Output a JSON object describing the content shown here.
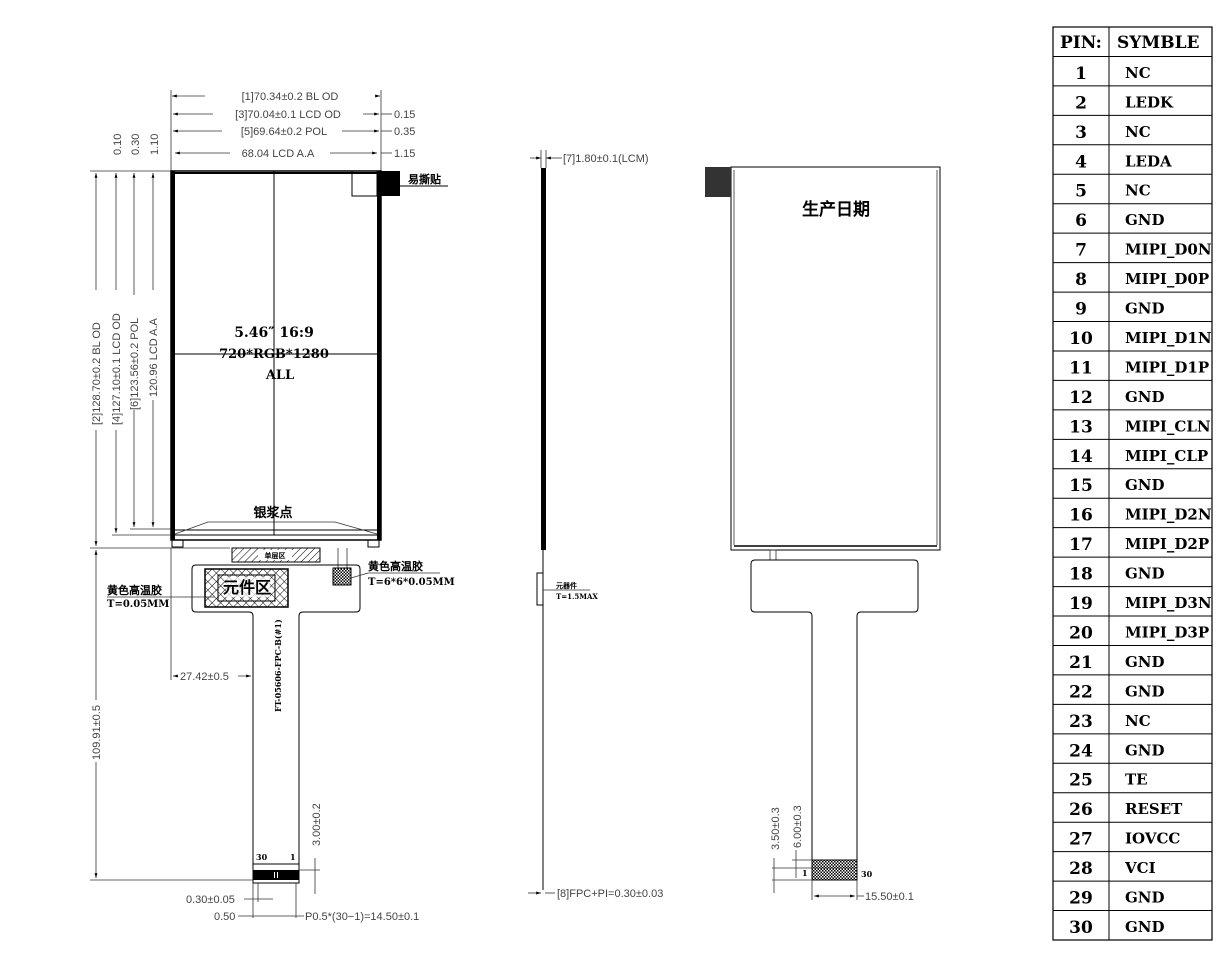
{
  "front_view": {
    "dim_top_1": "[1]70.34±0.2  BL  OD",
    "dim_top_3": "[3]70.04±0.1  LCD  OD",
    "dim_top_5": "[5]69.64±0.2  POL",
    "dim_top_aa": "68.04  LCD  A.A",
    "offset_015": "0.15",
    "offset_035": "0.35",
    "offset_115": "1.15",
    "offset_010": "0.10",
    "offset_030": "0.30",
    "offset_110": "1.10",
    "dim_left_2": "[2]128.70±0.2  BL  OD",
    "dim_left_4": "[4]127.10±0.1  LCD  OD",
    "dim_left_6": "[6]123.56±0.2  POL",
    "dim_left_aa": "120.96  LCD  A.A",
    "easy_peel": "易撕贴",
    "spec_size": "5.46″  16:9",
    "spec_res": "720*RGB*1280",
    "spec_view": "ALL",
    "silver_paste": "银浆点",
    "single_layer": "单层区",
    "component_area": "元件区",
    "tape_left_label": "黄色高温胶",
    "tape_left_thk": "T=0.05MM",
    "tape_right_label": "黄色高温胶",
    "tape_right_thk": "T=6*6*0.05MM",
    "dim_fpc_offset": "27.42±0.5",
    "fpc_part_no": "FT-05606-FPC-B(#1)",
    "dim_fpc_len": "109.91±0.5",
    "dim_contact_len": "3.00±0.2",
    "pin_30": "30",
    "pin_1": "1",
    "dim_pin_width": "0.30±0.05",
    "dim_pin_edge": "0.50",
    "dim_pitch": "P0.5*(30−1)=14.50±0.1"
  },
  "side_view": {
    "dim_thickness": "[7]1.80±0.1(LCM)",
    "component_label": "元器件",
    "component_thk": "T=1.5MAX",
    "dim_fpc": "[8]FPC+PI=0.30±0.03"
  },
  "back_view": {
    "date_label": "生产日期",
    "dim_stiffener_a": "3.50±0.3",
    "dim_stiffener_b": "6.00±0.3",
    "pin_1": "1",
    "pin_30": "30",
    "dim_width": "15.50±0.1"
  },
  "pin_table": {
    "header_pin": "PIN:",
    "header_symbol": "SYMBLE",
    "rows": [
      {
        "pin": "1",
        "symbol": "NC"
      },
      {
        "pin": "2",
        "symbol": "LEDK"
      },
      {
        "pin": "3",
        "symbol": "NC"
      },
      {
        "pin": "4",
        "symbol": "LEDA"
      },
      {
        "pin": "5",
        "symbol": "NC"
      },
      {
        "pin": "6",
        "symbol": "GND"
      },
      {
        "pin": "7",
        "symbol": "MIPI_D0N"
      },
      {
        "pin": "8",
        "symbol": "MIPI_D0P"
      },
      {
        "pin": "9",
        "symbol": "GND"
      },
      {
        "pin": "10",
        "symbol": "MIPI_D1N"
      },
      {
        "pin": "11",
        "symbol": "MIPI_D1P"
      },
      {
        "pin": "12",
        "symbol": "GND"
      },
      {
        "pin": "13",
        "symbol": "MIPI_CLN"
      },
      {
        "pin": "14",
        "symbol": "MIPI_CLP"
      },
      {
        "pin": "15",
        "symbol": "GND"
      },
      {
        "pin": "16",
        "symbol": "MIPI_D2N"
      },
      {
        "pin": "17",
        "symbol": "MIPI_D2P"
      },
      {
        "pin": "18",
        "symbol": "GND"
      },
      {
        "pin": "19",
        "symbol": "MIPI_D3N"
      },
      {
        "pin": "20",
        "symbol": "MIPI_D3P"
      },
      {
        "pin": "21",
        "symbol": "GND"
      },
      {
        "pin": "22",
        "symbol": "GND"
      },
      {
        "pin": "23",
        "symbol": "NC"
      },
      {
        "pin": "24",
        "symbol": "GND"
      },
      {
        "pin": "25",
        "symbol": "TE"
      },
      {
        "pin": "26",
        "symbol": "RESET"
      },
      {
        "pin": "27",
        "symbol": "IOVCC"
      },
      {
        "pin": "28",
        "symbol": "VCI"
      },
      {
        "pin": "29",
        "symbol": "GND"
      },
      {
        "pin": "30",
        "symbol": "GND"
      }
    ]
  }
}
